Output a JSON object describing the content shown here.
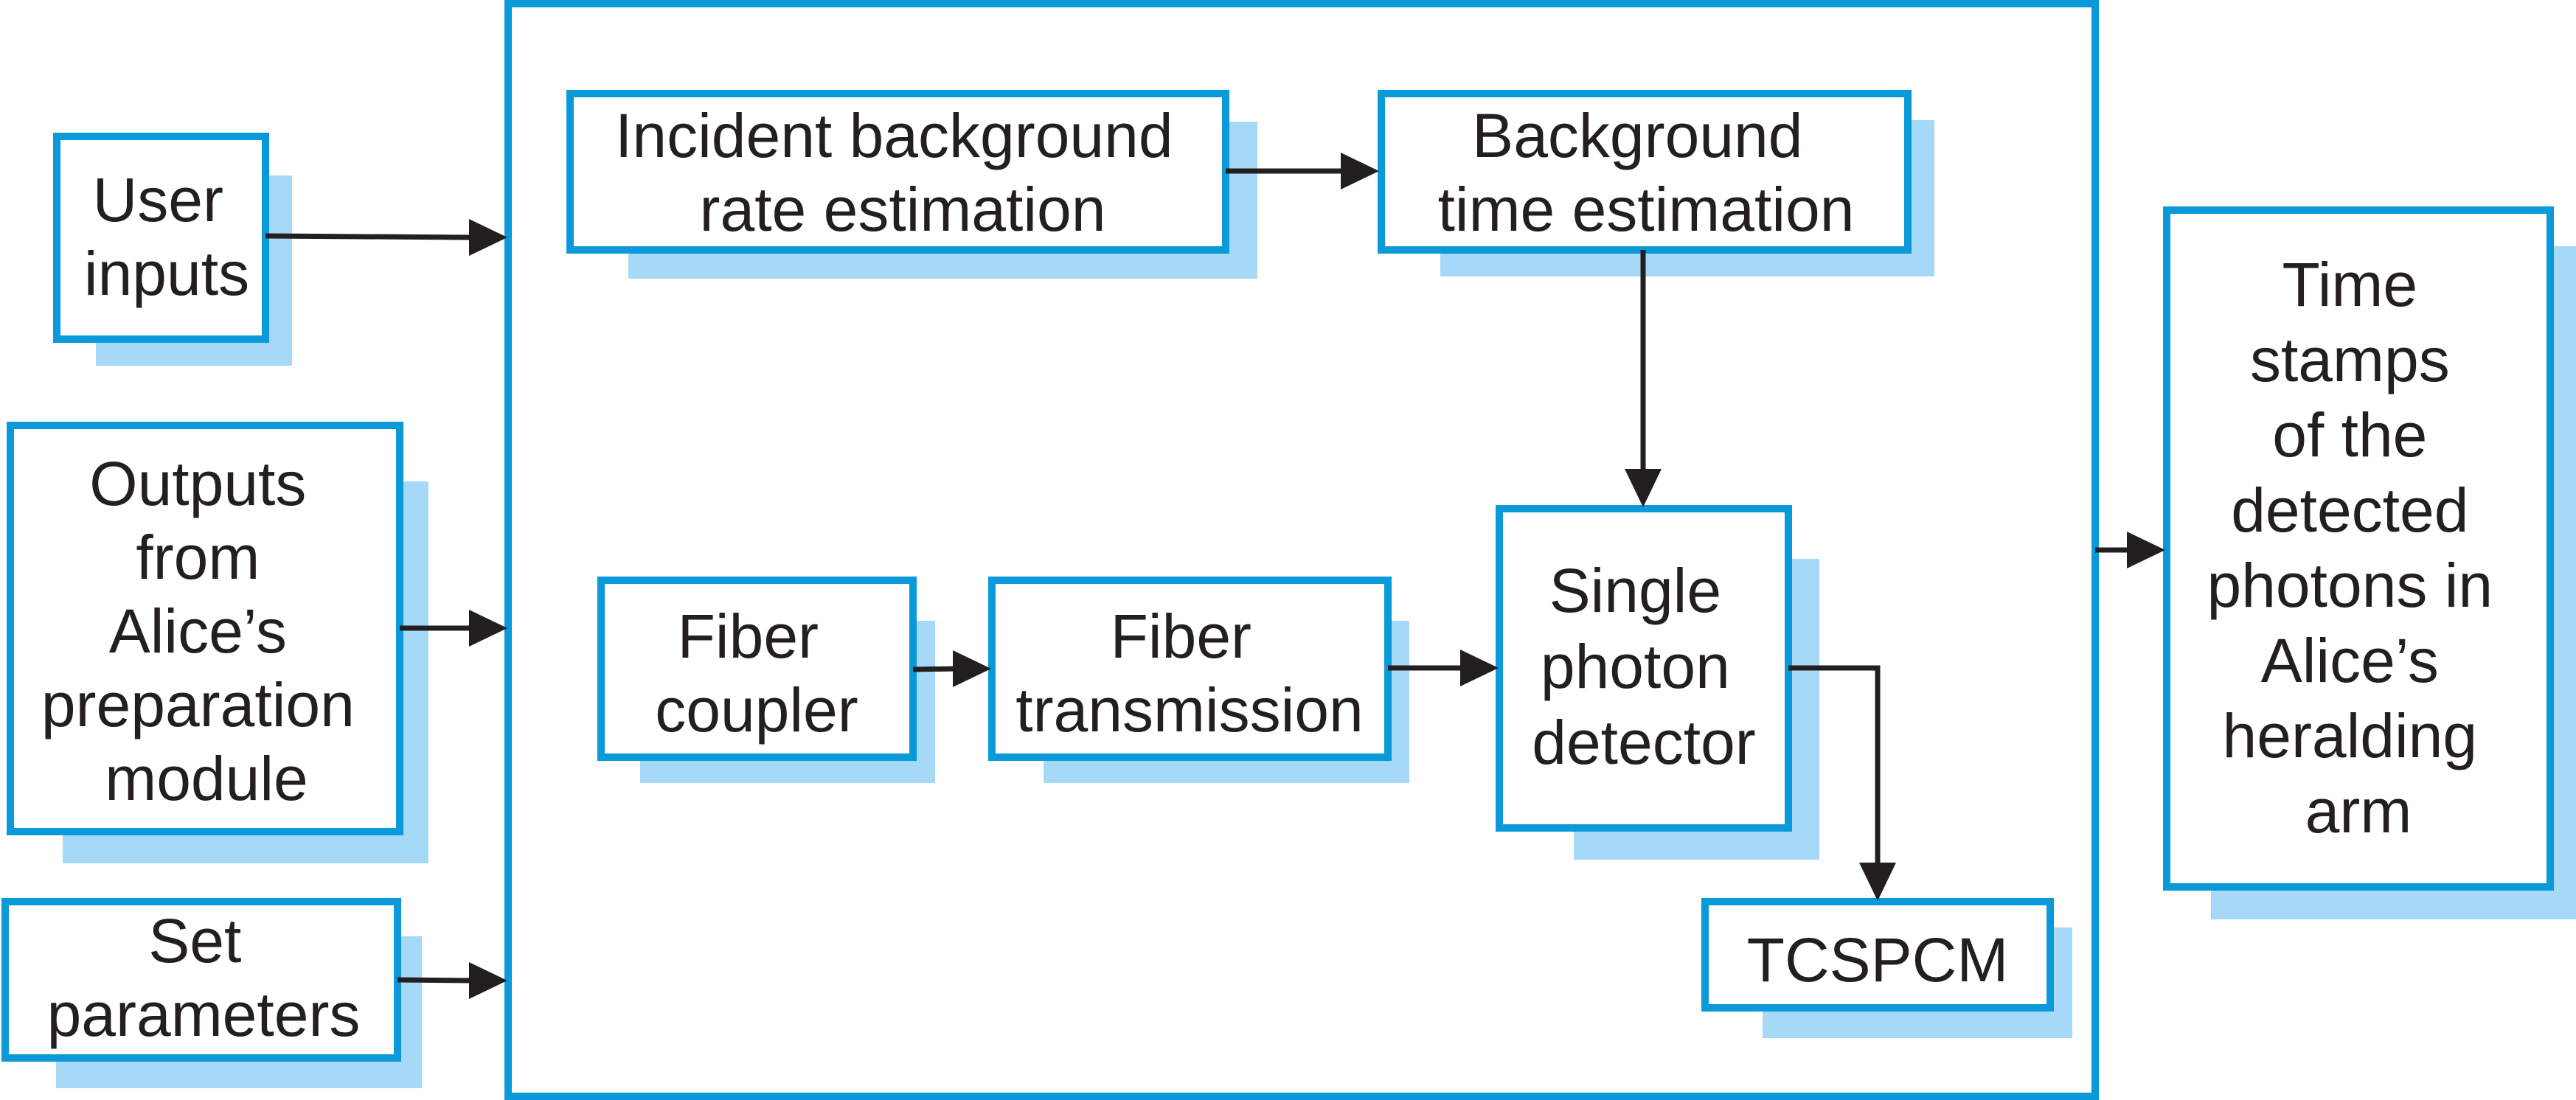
{
  "colors": {
    "border": "#0a9ad9",
    "shadow": "#a6d8f7",
    "text": "#231f20",
    "arrow": "#231f20"
  },
  "blocks": {
    "user_inputs": [
      "User",
      "inputs"
    ],
    "outputs_from_alice": [
      "Outputs",
      "from",
      "Alice’s",
      "preparation",
      "module"
    ],
    "set_parameters": [
      "Set",
      "parameters"
    ],
    "incident_background": [
      "Incident background",
      "rate estimation"
    ],
    "background_time": [
      "Background",
      "time estimation"
    ],
    "fiber_coupler": [
      "Fiber",
      "coupler"
    ],
    "fiber_transmission": [
      "Fiber",
      "transmission"
    ],
    "single_photon_detector": [
      "Single",
      "photon",
      "detector"
    ],
    "tcspcm": [
      "TCSPCM"
    ],
    "time_stamps": [
      "Time",
      "stamps",
      "of the",
      "detected",
      "photons in",
      "Alice’s",
      "heralding",
      "arm"
    ]
  }
}
